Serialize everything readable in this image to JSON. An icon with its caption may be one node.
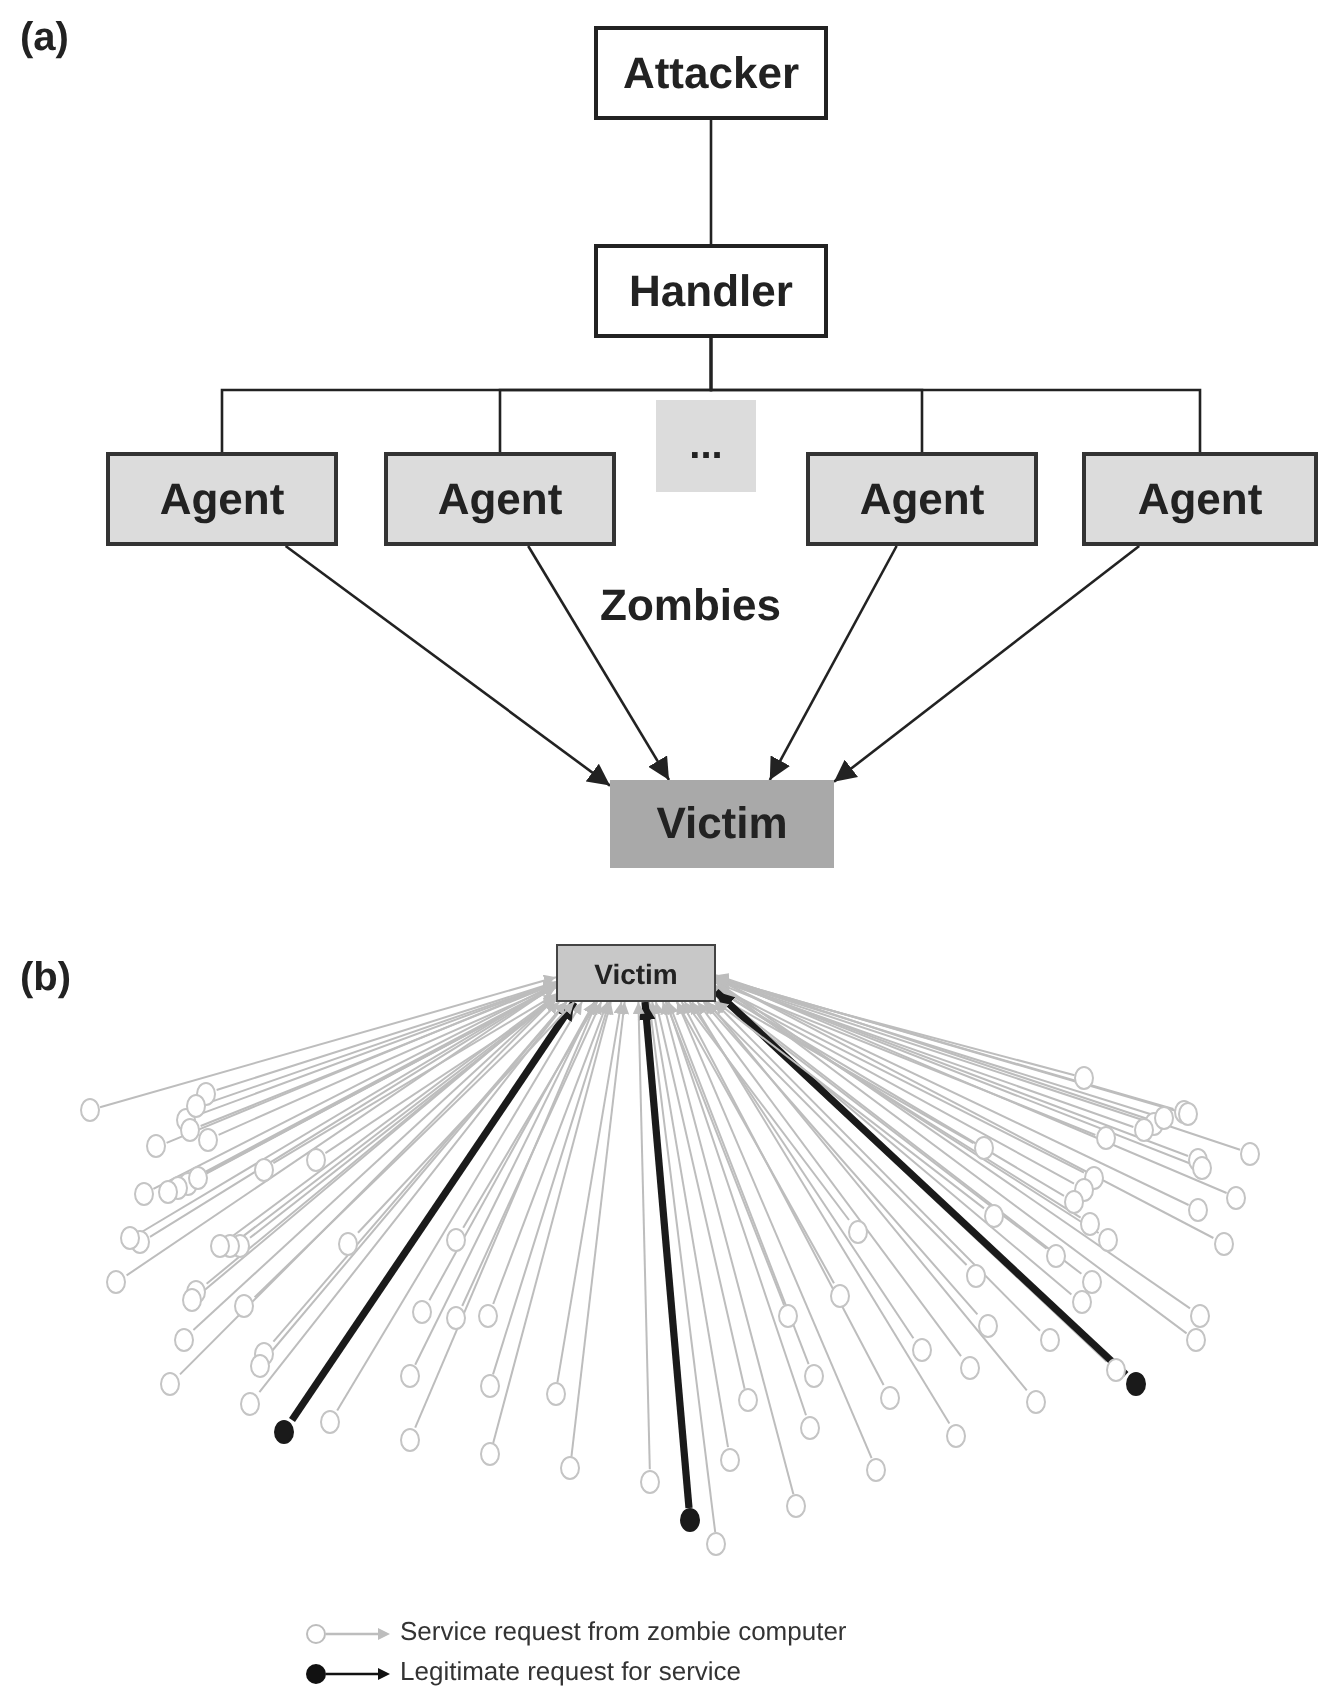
{
  "diagram": {
    "nodes": [
      {
        "text": [
          "Attacker"
        ]
      },
      {
        "text": [
          "Handler"
        ]
      },
      {
        "text": [
          "Agent"
        ]
      },
      {
        "text": [
          "Agent"
        ]
      },
      {
        "text": [
          "..."
        ]
      },
      {
        "text": [
          "Agent"
        ]
      },
      {
        "text": [
          "Agent"
        ]
      },
      {
        "text": [
          "Victim"
        ]
      },
      {
        "text": [
          "Victim"
        ]
      },
      {
        "text": [],
        "shape": "circle"
      },
      {
        "text": [],
        "shape": "circle"
      },
      {
        "text": [],
        "shape": "circle"
      },
      {
        "text": [],
        "shape": "circle"
      },
      {
        "text": [],
        "shape": "circle"
      },
      {
        "text": [],
        "shape": "circle"
      },
      {
        "text": [],
        "shape": "circle"
      },
      {
        "text": [],
        "shape": "circle"
      },
      {
        "text": [],
        "shape": "circle"
      },
      {
        "text": [],
        "shape": "circle"
      },
      {
        "text": [],
        "shape": "circle"
      },
      {
        "text": [],
        "shape": "circle"
      },
      {
        "text": [],
        "shape": "circle"
      },
      {
        "text": [],
        "shape": "circle"
      },
      {
        "text": [],
        "shape": "circle"
      },
      {
        "text": [],
        "shape": "circle"
      },
      {
        "text": [],
        "shape": "circle"
      },
      {
        "text": [],
        "shape": "circle"
      },
      {
        "text": [],
        "shape": "circle"
      },
      {
        "text": [],
        "shape": "circle"
      },
      {
        "text": [],
        "shape": "circle"
      },
      {
        "text": [],
        "shape": "circle"
      },
      {
        "text": [],
        "shape": "circle"
      },
      {
        "text": [],
        "shape": "circle"
      },
      {
        "text": [],
        "shape": "circle"
      },
      {
        "text": [],
        "shape": "circle"
      },
      {
        "text": [],
        "shape": "circle"
      },
      {
        "text": [],
        "shape": "circle"
      },
      {
        "text": [],
        "shape": "circle"
      },
      {
        "text": [],
        "shape": "circle"
      },
      {
        "text": [],
        "shape": "circle"
      },
      {
        "text": [],
        "shape": "circle"
      },
      {
        "text": [],
        "shape": "circle"
      },
      {
        "text": [],
        "shape": "circle"
      },
      {
        "text": [],
        "shape": "circle"
      },
      {
        "text": [],
        "shape": "circle"
      },
      {
        "text": [],
        "shape": "circle"
      },
      {
        "text": [],
        "shape": "circle"
      },
      {
        "text": [],
        "shape": "circle"
      },
      {
        "text": [],
        "shape": "circle"
      },
      {
        "text": [],
        "shape": "circle"
      },
      {
        "text": [],
        "shape": "circle"
      },
      {
        "text": [],
        "shape": "circle"
      },
      {
        "text": [],
        "shape": "circle"
      },
      {
        "text": [],
        "shape": "circle"
      },
      {
        "text": [],
        "shape": "circle"
      },
      {
        "text": [],
        "shape": "circle"
      },
      {
        "text": [],
        "shape": "circle"
      },
      {
        "text": [],
        "shape": "circle"
      },
      {
        "text": [],
        "shape": "circle"
      },
      {
        "text": [],
        "shape": "circle"
      },
      {
        "text": [],
        "shape": "circle"
      },
      {
        "text": [],
        "shape": "circle"
      },
      {
        "text": [],
        "shape": "circle"
      },
      {
        "text": [],
        "shape": "circle"
      },
      {
        "text": [],
        "shape": "circle"
      },
      {
        "text": [],
        "shape": "circle"
      },
      {
        "text": [],
        "shape": "circle"
      },
      {
        "text": [],
        "shape": "circle"
      },
      {
        "text": [],
        "shape": "circle"
      },
      {
        "text": [],
        "shape": "circle"
      },
      {
        "text": [],
        "shape": "circle"
      },
      {
        "text": [],
        "shape": "circle"
      },
      {
        "text": [],
        "shape": "circle"
      },
      {
        "text": [],
        "shape": "circle"
      },
      {
        "text": [],
        "shape": "circle"
      },
      {
        "text": [],
        "shape": "circle"
      },
      {
        "text": [],
        "shape": "circle"
      },
      {
        "text": [],
        "shape": "circle"
      },
      {
        "text": [],
        "shape": "circle"
      },
      {
        "text": [],
        "shape": "circle"
      },
      {
        "text": [],
        "shape": "circle"
      },
      {
        "text": [],
        "shape": "circle"
      },
      {
        "text": [],
        "shape": "circle"
      },
      {
        "text": [],
        "shape": "circle"
      },
      {
        "text": [],
        "shape": "circle"
      },
      {
        "text": [],
        "shape": "circle"
      },
      {
        "text": [],
        "shape": "circle"
      },
      {
        "text": [],
        "shape": "circle"
      },
      {
        "text": [],
        "shape": "circle"
      },
      {
        "text": [],
        "shape": "circle"
      },
      {
        "text": [],
        "shape": "circle"
      },
      {
        "text": [],
        "shape": "circle"
      },
      {
        "text": [],
        "shape": "circle"
      },
      {
        "text": [],
        "shape": "circle"
      },
      {
        "text": [],
        "shape": "circle"
      },
      {
        "text": [],
        "shape": "circle"
      },
      {
        "text": [],
        "shape": "circle"
      }
    ],
    "edges": [
      {
        "from": 0,
        "to": 1,
        "arrow": "none",
        "color": "#222222"
      },
      {
        "from": 1,
        "to": 2,
        "arrow": "none",
        "color": "#222222"
      },
      {
        "from": 1,
        "to": 3,
        "arrow": "none",
        "color": "#222222"
      },
      {
        "from": 1,
        "to": 5,
        "arrow": "none",
        "color": "#222222"
      },
      {
        "from": 1,
        "to": 6,
        "arrow": "none",
        "color": "#222222"
      },
      {
        "from": 2,
        "to": 7,
        "arrow": "to",
        "color": "#222222"
      },
      {
        "from": 3,
        "to": 7,
        "arrow": "to",
        "color": "#222222"
      },
      {
        "from": 5,
        "to": 7,
        "arrow": "to",
        "color": "#222222"
      },
      {
        "from": 6,
        "to": 7,
        "arrow": "to",
        "color": "#222222"
      },
      {
        "from": 9,
        "to": 8,
        "arrow": "to"
      },
      {
        "from": 10,
        "to": 8,
        "arrow": "to"
      },
      {
        "from": 11,
        "to": 8,
        "arrow": "to"
      },
      {
        "from": 12,
        "to": 8,
        "arrow": "to"
      },
      {
        "from": 13,
        "to": 8,
        "arrow": "to"
      },
      {
        "from": 14,
        "to": 8,
        "arrow": "to"
      },
      {
        "from": 15,
        "to": 8,
        "arrow": "to"
      },
      {
        "from": 16,
        "to": 8,
        "arrow": "to"
      },
      {
        "from": 17,
        "to": 8,
        "arrow": "to"
      },
      {
        "from": 18,
        "to": 8,
        "arrow": "to"
      },
      {
        "from": 19,
        "to": 8,
        "arrow": "to"
      },
      {
        "from": 20,
        "to": 8,
        "arrow": "to"
      },
      {
        "from": 21,
        "to": 8,
        "arrow": "to"
      },
      {
        "from": 22,
        "to": 8,
        "arrow": "to"
      },
      {
        "from": 23,
        "to": 8,
        "arrow": "to"
      },
      {
        "from": 24,
        "to": 8,
        "arrow": "to"
      },
      {
        "from": 25,
        "to": 8,
        "arrow": "to"
      },
      {
        "from": 26,
        "to": 8,
        "arrow": "to"
      },
      {
        "from": 27,
        "to": 8,
        "arrow": "to"
      },
      {
        "from": 28,
        "to": 8,
        "arrow": "to"
      },
      {
        "from": 29,
        "to": 8,
        "arrow": "to"
      },
      {
        "from": 30,
        "to": 8,
        "arrow": "to"
      },
      {
        "from": 31,
        "to": 8,
        "arrow": "to"
      },
      {
        "from": 32,
        "to": 8,
        "arrow": "to"
      },
      {
        "from": 33,
        "to": 8,
        "arrow": "to"
      },
      {
        "from": 34,
        "to": 8,
        "arrow": "to"
      },
      {
        "from": 35,
        "to": 8,
        "arrow": "to"
      },
      {
        "from": 36,
        "to": 8,
        "arrow": "to"
      },
      {
        "from": 37,
        "to": 8,
        "arrow": "to"
      },
      {
        "from": 38,
        "to": 8,
        "arrow": "to"
      },
      {
        "from": 39,
        "to": 8,
        "arrow": "to"
      },
      {
        "from": 40,
        "to": 8,
        "arrow": "to"
      },
      {
        "from": 41,
        "to": 8,
        "arrow": "to"
      },
      {
        "from": 42,
        "to": 8,
        "arrow": "to"
      },
      {
        "from": 43,
        "to": 8,
        "arrow": "to"
      },
      {
        "from": 44,
        "to": 8,
        "arrow": "to"
      },
      {
        "from": 45,
        "to": 8,
        "arrow": "to"
      },
      {
        "from": 46,
        "to": 8,
        "arrow": "to"
      },
      {
        "from": 47,
        "to": 8,
        "arrow": "to"
      },
      {
        "from": 48,
        "to": 8,
        "arrow": "to"
      },
      {
        "from": 49,
        "to": 8,
        "arrow": "to"
      },
      {
        "from": 50,
        "to": 8,
        "arrow": "to"
      },
      {
        "from": 51,
        "to": 8,
        "arrow": "to"
      },
      {
        "from": 52,
        "to": 8,
        "arrow": "to"
      },
      {
        "from": 53,
        "to": 8,
        "arrow": "to"
      },
      {
        "from": 54,
        "to": 8,
        "arrow": "to"
      },
      {
        "from": 55,
        "to": 8,
        "arrow": "to"
      },
      {
        "from": 56,
        "to": 8,
        "arrow": "to"
      },
      {
        "from": 57,
        "to": 8,
        "arrow": "to"
      },
      {
        "from": 58,
        "to": 8,
        "arrow": "to"
      },
      {
        "from": 59,
        "to": 8,
        "arrow": "to"
      },
      {
        "from": 60,
        "to": 8,
        "arrow": "to"
      },
      {
        "from": 61,
        "to": 8,
        "arrow": "to"
      },
      {
        "from": 62,
        "to": 8,
        "arrow": "to"
      },
      {
        "from": 63,
        "to": 8,
        "arrow": "to"
      },
      {
        "from": 64,
        "to": 8,
        "arrow": "to"
      },
      {
        "from": 65,
        "to": 8,
        "arrow": "to"
      },
      {
        "from": 66,
        "to": 8,
        "arrow": "to"
      },
      {
        "from": 67,
        "to": 8,
        "arrow": "to"
      },
      {
        "from": 68,
        "to": 8,
        "arrow": "to"
      },
      {
        "from": 69,
        "to": 8,
        "arrow": "to"
      },
      {
        "from": 70,
        "to": 8,
        "arrow": "to"
      },
      {
        "from": 71,
        "to": 8,
        "arrow": "to"
      },
      {
        "from": 72,
        "to": 8,
        "arrow": "to"
      },
      {
        "from": 73,
        "to": 8,
        "arrow": "to"
      },
      {
        "from": 74,
        "to": 8,
        "arrow": "to"
      },
      {
        "from": 75,
        "to": 8,
        "arrow": "to"
      },
      {
        "from": 76,
        "to": 8,
        "arrow": "to"
      },
      {
        "from": 77,
        "to": 8,
        "arrow": "to"
      },
      {
        "from": 78,
        "to": 8,
        "arrow": "to",
        "style": "thick",
        "color": "#1a1a1a"
      },
      {
        "from": 79,
        "to": 8,
        "arrow": "to"
      },
      {
        "from": 80,
        "to": 8,
        "arrow": "to"
      },
      {
        "from": 81,
        "to": 8,
        "arrow": "to"
      },
      {
        "from": 82,
        "to": 8,
        "arrow": "to"
      },
      {
        "from": 83,
        "to": 8,
        "arrow": "to"
      },
      {
        "from": 84,
        "to": 8,
        "arrow": "to"
      },
      {
        "from": 85,
        "to": 8,
        "arrow": "to",
        "style": "thick",
        "color": "#1a1a1a"
      },
      {
        "from": 86,
        "to": 8,
        "arrow": "to"
      },
      {
        "from": 87,
        "to": 8,
        "arrow": "to"
      },
      {
        "from": 88,
        "to": 8,
        "arrow": "to"
      },
      {
        "from": 89,
        "to": 8,
        "arrow": "to"
      },
      {
        "from": 90,
        "to": 8,
        "arrow": "to"
      },
      {
        "from": 91,
        "to": 8,
        "arrow": "to"
      },
      {
        "from": 92,
        "to": 8,
        "arrow": "to",
        "style": "thick",
        "color": "#1a1a1a"
      },
      {
        "from": 93,
        "to": 8,
        "arrow": "to"
      },
      {
        "from": 94,
        "to": 8,
        "arrow": "to"
      },
      {
        "from": 95,
        "to": 8,
        "arrow": "to"
      },
      {
        "from": 96,
        "to": 8,
        "arrow": "to"
      }
    ],
    "labels": [
      "(a)",
      "Zombies",
      "(b)"
    ],
    "legend": [
      {
        "text": "Service request from zombie computer"
      },
      {
        "text": "Legitimate request for service"
      }
    ]
  }
}
